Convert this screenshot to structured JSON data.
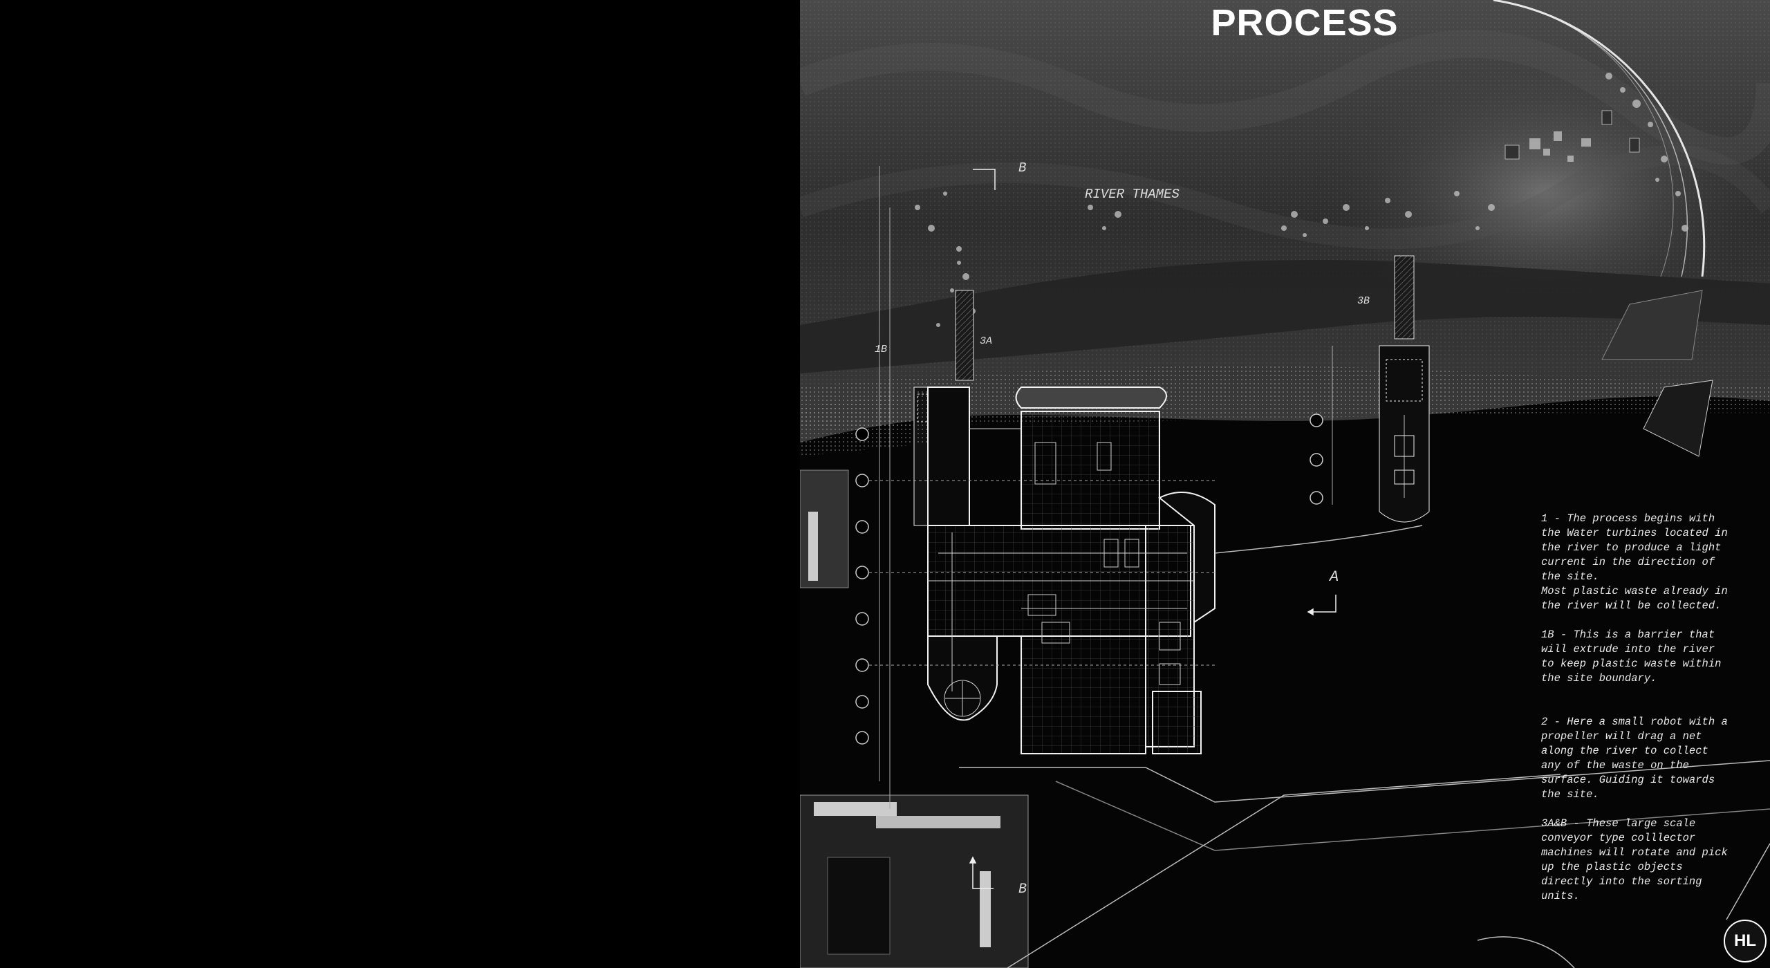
{
  "title": "PROCESS",
  "labels": {
    "river": "RIVER THAMES",
    "section_a": "A",
    "section_b": "B",
    "label_1b": "1B",
    "label_3a": "3A",
    "label_3b": "3B"
  },
  "notes": [
    "1 - The process begins with\nthe Water turbines located in\nthe river to produce a light\ncurrent in the direction of\nthe site.\nMost plastic waste already in\nthe river will be collected.",
    "1B - This is a barrier that\nwill extrude into the river\nto keep plastic waste within\nthe site boundary.",
    "2 - Here a small robot with a\npropeller will drag a net\nalong the river to collect\nany of the  waste on the\nsurface. Guiding it towards\nthe site.",
    "3A&B - These large scale\nconveyor type colllector\nmachines will rotate and pick\nup the plastic objects\ndirectly into the sorting\nunits."
  ],
  "logo": "HL",
  "colors": {
    "background": "#000000",
    "linework": "#ffffff",
    "river": "#3a3a3a"
  }
}
